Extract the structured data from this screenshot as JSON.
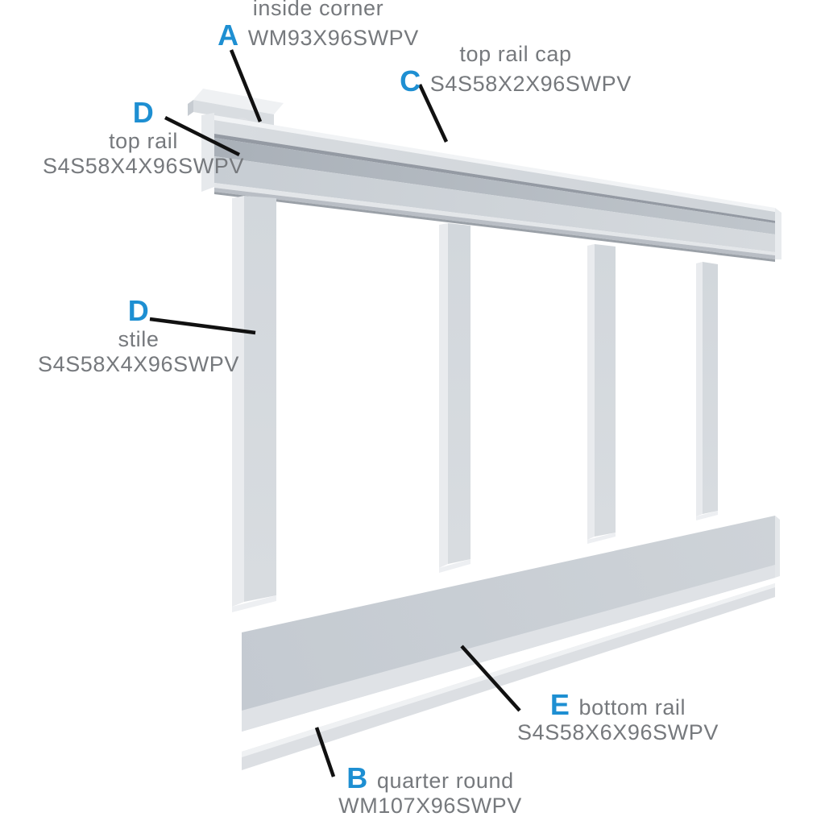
{
  "labels": {
    "a": {
      "letter": "A",
      "name": "inside corner",
      "code": "WM93X96SWPV"
    },
    "c": {
      "letter": "C",
      "name": "top rail cap",
      "code": "S4S58X2X96SWPV"
    },
    "d_top_rail": {
      "letter": "D",
      "name": "top rail",
      "code": "S4S58X4X96SWPV"
    },
    "d_stile": {
      "letter": "D",
      "name": "stile",
      "code": "S4S58X4X96SWPV"
    },
    "e": {
      "letter": "E",
      "name": "bottom rail",
      "code": "S4S58X6X96SWPV"
    },
    "b": {
      "letter": "B",
      "name": "quarter round",
      "code": "WM107X96SWPV"
    }
  },
  "colors": {
    "accent_blue": "#1e8fd2",
    "text_gray": "#76797d",
    "leader_line": "#111111",
    "panel_light": "#e9ebee",
    "panel_mid": "#d3d8dd",
    "panel_shadow": "#a9afb8"
  }
}
